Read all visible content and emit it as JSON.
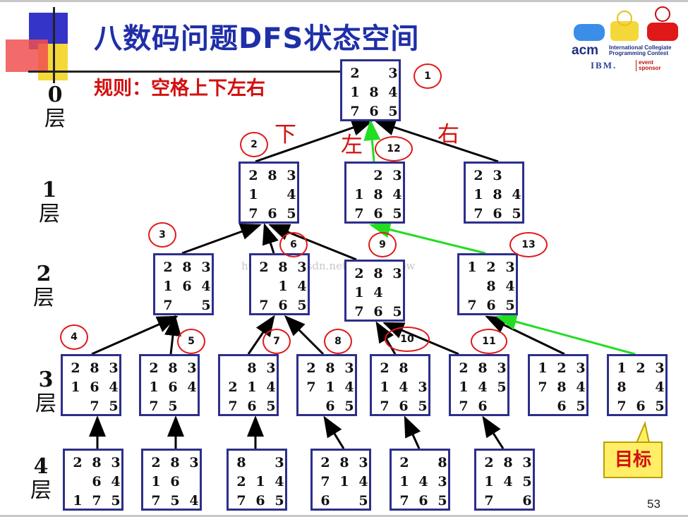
{
  "slide": {
    "title": "八数码问题DFS状态空间",
    "rule": "规则：空格上下左右",
    "page_number": "53",
    "goal_label": "目标",
    "watermark": "http://blog.csdn.net/keepseazbw",
    "directions": {
      "down": "下",
      "left": "左",
      "right": "右"
    }
  },
  "logo": {
    "acm": "acm",
    "acm_line1": "International Collegiate",
    "acm_line2": "Programming Contest",
    "ibm": "IBM.",
    "sponsor_line1": "event",
    "sponsor_line2": "sponsor"
  },
  "levels": [
    {
      "num": "0",
      "label": "层"
    },
    {
      "num": "1",
      "label": "层"
    },
    {
      "num": "2",
      "label": "层"
    },
    {
      "num": "3",
      "label": "层"
    },
    {
      "num": "4",
      "label": "层"
    }
  ],
  "states": {
    "s0": [
      "2",
      "",
      "3",
      "1",
      "8",
      "4",
      "7",
      "6",
      "5"
    ],
    "s1a": [
      "2",
      "8",
      "3",
      "1",
      "",
      "4",
      "7",
      "6",
      "5"
    ],
    "s1b": [
      "",
      "2",
      "3",
      "1",
      "8",
      "4",
      "7",
      "6",
      "5"
    ],
    "s1c": [
      "2",
      "3",
      "",
      "1",
      "8",
      "4",
      "7",
      "6",
      "5"
    ],
    "s2a": [
      "2",
      "8",
      "3",
      "1",
      "6",
      "4",
      "7",
      "",
      "5"
    ],
    "s2b": [
      "2",
      "8",
      "3",
      "",
      "1",
      "4",
      "7",
      "6",
      "5"
    ],
    "s2c": [
      "2",
      "8",
      "3",
      "1",
      "4",
      "",
      "7",
      "6",
      "5"
    ],
    "s2d": [
      "1",
      "2",
      "3",
      "",
      "8",
      "4",
      "7",
      "6",
      "5"
    ],
    "s3a": [
      "2",
      "8",
      "3",
      "1",
      "6",
      "4",
      "",
      "7",
      "5"
    ],
    "s3b": [
      "2",
      "8",
      "3",
      "1",
      "6",
      "4",
      "7",
      "5",
      ""
    ],
    "s3c": [
      "",
      "8",
      "3",
      "2",
      "1",
      "4",
      "7",
      "6",
      "5"
    ],
    "s3d": [
      "2",
      "8",
      "3",
      "7",
      "1",
      "4",
      "",
      "6",
      "5"
    ],
    "s3e": [
      "2",
      "8",
      "",
      "1",
      "4",
      "3",
      "7",
      "6",
      "5"
    ],
    "s3f": [
      "2",
      "8",
      "3",
      "1",
      "4",
      "5",
      "7",
      "6",
      ""
    ],
    "s3g": [
      "1",
      "2",
      "3",
      "7",
      "8",
      "4",
      "",
      "6",
      "5"
    ],
    "s3h": [
      "1",
      "2",
      "3",
      "8",
      "",
      "4",
      "7",
      "6",
      "5"
    ],
    "s4a": [
      "2",
      "8",
      "3",
      "",
      "6",
      "4",
      "1",
      "7",
      "5"
    ],
    "s4b": [
      "2",
      "8",
      "3",
      "1",
      "6",
      "",
      "7",
      "5",
      "4"
    ],
    "s4c": [
      "8",
      "",
      "3",
      "2",
      "1",
      "4",
      "7",
      "6",
      "5"
    ],
    "s4d": [
      "2",
      "8",
      "3",
      "7",
      "1",
      "4",
      "6",
      "",
      "5"
    ],
    "s4e": [
      "2",
      "",
      "8",
      "1",
      "4",
      "3",
      "7",
      "6",
      "5"
    ],
    "s4f": [
      "2",
      "8",
      "3",
      "1",
      "4",
      "5",
      "7",
      "",
      "6"
    ]
  },
  "order_marks": [
    "1",
    "2",
    "3",
    "4",
    "5",
    "6",
    "7",
    "8",
    "9",
    "10",
    "11",
    "12",
    "13"
  ],
  "colors": {
    "box_border": "#2c2f8a",
    "arrow": "#000000",
    "path_arrow": "#22dd22",
    "circle": "#e01818",
    "title": "#1f2fa8",
    "red_text": "#d21010"
  }
}
